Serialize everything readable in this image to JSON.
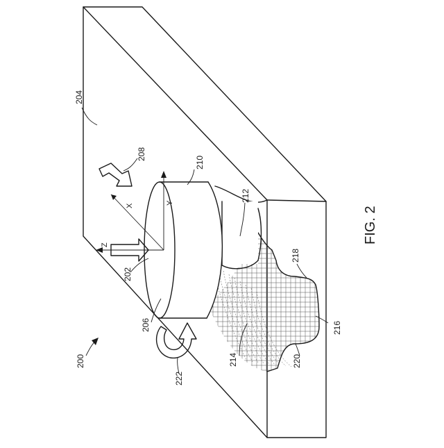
{
  "figure": {
    "caption": "FIG. 2",
    "labels": {
      "system": "200",
      "axis_z_ref": "202",
      "workpiece": "204",
      "tool_face": "206",
      "feed_arrow": "208",
      "shoulder": "210",
      "pin": "212",
      "stir_zone": "214",
      "nugget": "216",
      "nugget_upper": "218",
      "nugget_lower": "220",
      "rotation": "222"
    },
    "axes": {
      "x": "X",
      "y": "Y",
      "z": "Z"
    }
  }
}
